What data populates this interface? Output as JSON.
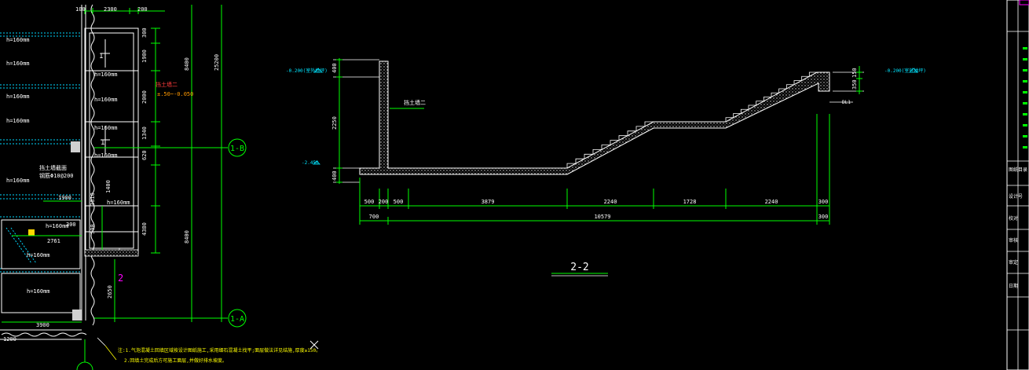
{
  "plan": {
    "top_dims": [
      "100",
      "2300",
      "200"
    ],
    "room_heights": [
      "h=160mm",
      "h=160mm",
      "h=160mm",
      "h=160mm",
      "h=160mm",
      "h=160mm",
      "h=160mm",
      "h=160mm"
    ],
    "inner_heights": [
      "h=160mm",
      "h=160mm",
      "h=160mm",
      "h=160mm",
      "h=160mm"
    ],
    "vert_dims_a": [
      "300",
      "1900",
      "2000",
      "1340",
      "620",
      "1400",
      "4380",
      "300"
    ],
    "vert_dims_b": [
      "8400",
      "25200",
      "8400",
      "2650"
    ],
    "small_dims": [
      "1900",
      "3810",
      "300",
      "2761",
      "3900",
      "1200"
    ],
    "orange_note": "±.50~-0.050",
    "red_note": "挡土墙二",
    "anno_wall": "挡土墙截面",
    "anno_wall_sub": "钢筋Φ10@200",
    "axis_b": "1-B",
    "axis_a": "1-A",
    "mark_1": "1",
    "mark_2": "2",
    "footnote_1": "注:1.气泡混凝土回填区域按设计图纸施工,采用细石混凝土找平;面层做法详见结施,厚度≥150。",
    "footnote_2": "2.回填土完成后方可施工面层,并做好排水坡度。"
  },
  "section": {
    "title": "2-2",
    "level_left": "-0.200(室外地坪)",
    "level_right": "-0.200(室外地坪)",
    "level_low": "-2.450",
    "wall_label": "挡土墙二",
    "right_tag": "DL1",
    "vert_dims_left": [
      "400",
      "2250",
      "400"
    ],
    "vert_dims_right": [
      "150",
      "350"
    ],
    "dims_row1": [
      "500",
      "200",
      "500",
      "3879",
      "2240",
      "1728",
      "2240",
      "300"
    ],
    "dims_row2": [
      "700",
      "10579",
      "300"
    ]
  },
  "title_block": {
    "rows": [
      "图纸目录",
      "设计号",
      "校对",
      "审核",
      "审定",
      "日期"
    ]
  },
  "colors": {
    "line": "#ffffff",
    "dim": "#00ff00",
    "cyan": "#00e5ff",
    "magenta": "#ff00ff",
    "yellow": "#ffff00",
    "red": "#ff3b3b",
    "orange": "#ff9900",
    "hatch": "#d9d9d9"
  }
}
